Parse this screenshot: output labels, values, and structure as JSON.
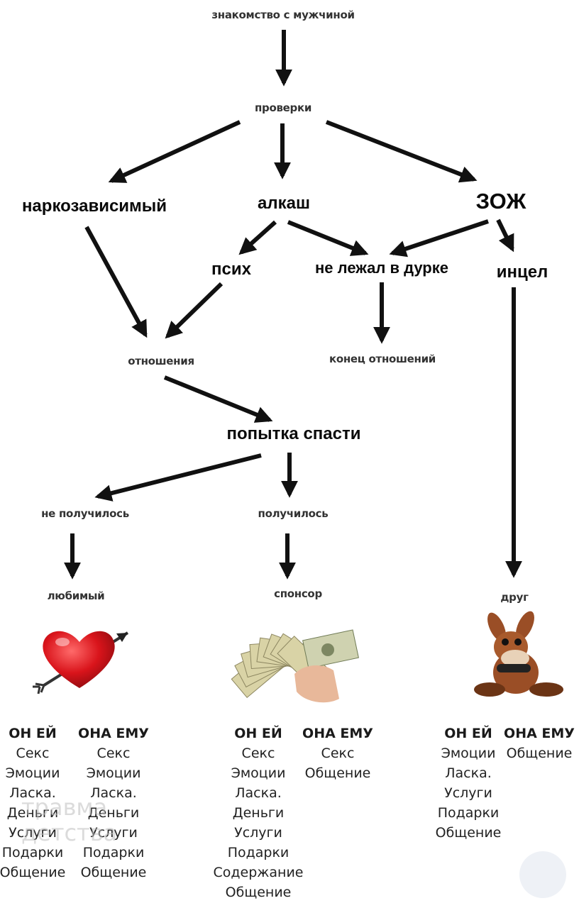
{
  "nodes": {
    "znakomstvo": "знакомство с мужчиной",
    "proverki": "проверки",
    "narko": "наркозависимый",
    "alkash": "алкаш",
    "zozh": "ЗОЖ",
    "psih": "псих",
    "ne_lezhal": "не лежал в дурке",
    "incel": "инцел",
    "otnosheniya": "отношения",
    "konec": "конец отношений",
    "popytka": "попытка спасти",
    "ne_poluchilos": "не получилось",
    "poluchilos": "получилось",
    "lyubimyi": "любимый",
    "sponsor": "спонсор",
    "drug": "друг"
  },
  "images": {
    "heart": "heart-with-arrow",
    "money": "hand-with-money-fan",
    "donkey": "cartoon-donkey-toy"
  },
  "columns": {
    "left_he": {
      "header": "ОН ЕЙ",
      "items": [
        "Секс",
        "Эмоции",
        "Ласка.",
        "Деньги",
        "Услуги",
        "Подарки",
        "Общение"
      ]
    },
    "left_she": {
      "header": "ОНА ЕМУ",
      "items": [
        "Секс",
        "Эмоции",
        "Ласка.",
        "Деньги",
        "Услуги",
        "Подарки",
        "Общение"
      ]
    },
    "mid_he": {
      "header": "ОН ЕЙ",
      "items": [
        "Секс",
        "Эмоции",
        "Ласка.",
        "Деньги",
        "Услуги",
        "Подарки",
        "Содержание",
        "Общение"
      ]
    },
    "mid_she": {
      "header": "ОНА ЕМУ",
      "items": [
        "Секс",
        "Общение"
      ]
    },
    "right_he": {
      "header": "ОН ЕЙ",
      "items": [
        "Эмоции",
        "Ласка.",
        "Услуги",
        "Подарки",
        "Общение"
      ]
    },
    "right_she": {
      "header": "ОНА ЕМУ",
      "items": [
        "Общение"
      ]
    }
  },
  "watermark": [
    "травма",
    "детства"
  ],
  "colors": {
    "arrow": "#111111",
    "heart": "#d9141b",
    "money": "#c9c08a",
    "donkey": "#9a4e26"
  }
}
